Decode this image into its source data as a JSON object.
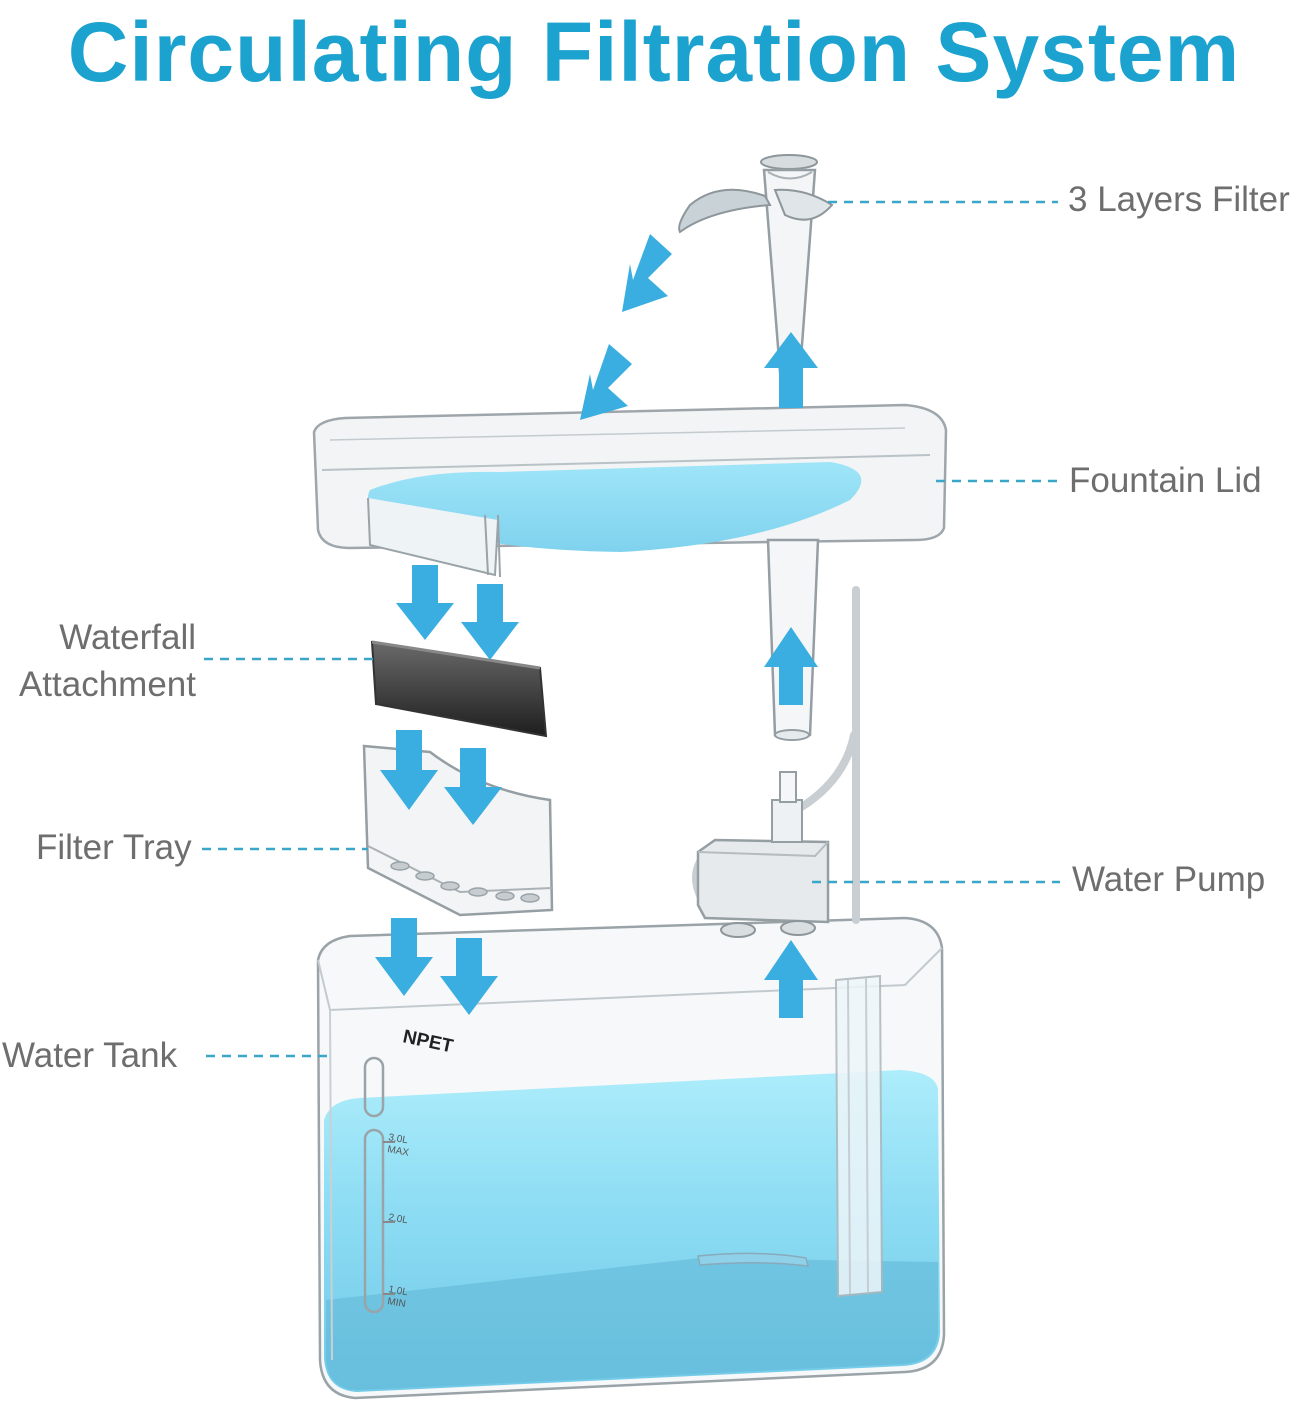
{
  "title": "Circulating Filtration System",
  "brand": "NPET",
  "labels": {
    "filter": "3 Layers Filter",
    "lid": "Fountain Lid",
    "waterfall_line1": "Waterfall",
    "waterfall_line2": "Attachment",
    "tray": "Filter Tray",
    "pump": "Water Pump",
    "tank": "Water Tank"
  },
  "markings": {
    "max_volume": "3.0L",
    "max": "MAX",
    "mid_volume": "2.0L",
    "min_volume": "1.0L",
    "min": "MIN"
  },
  "colors": {
    "title": "#1ba2cf",
    "arrow": "#3aaee0",
    "leader": "#3aa7c9",
    "water": "#7fd9f2",
    "label": "#6e6e6e"
  }
}
